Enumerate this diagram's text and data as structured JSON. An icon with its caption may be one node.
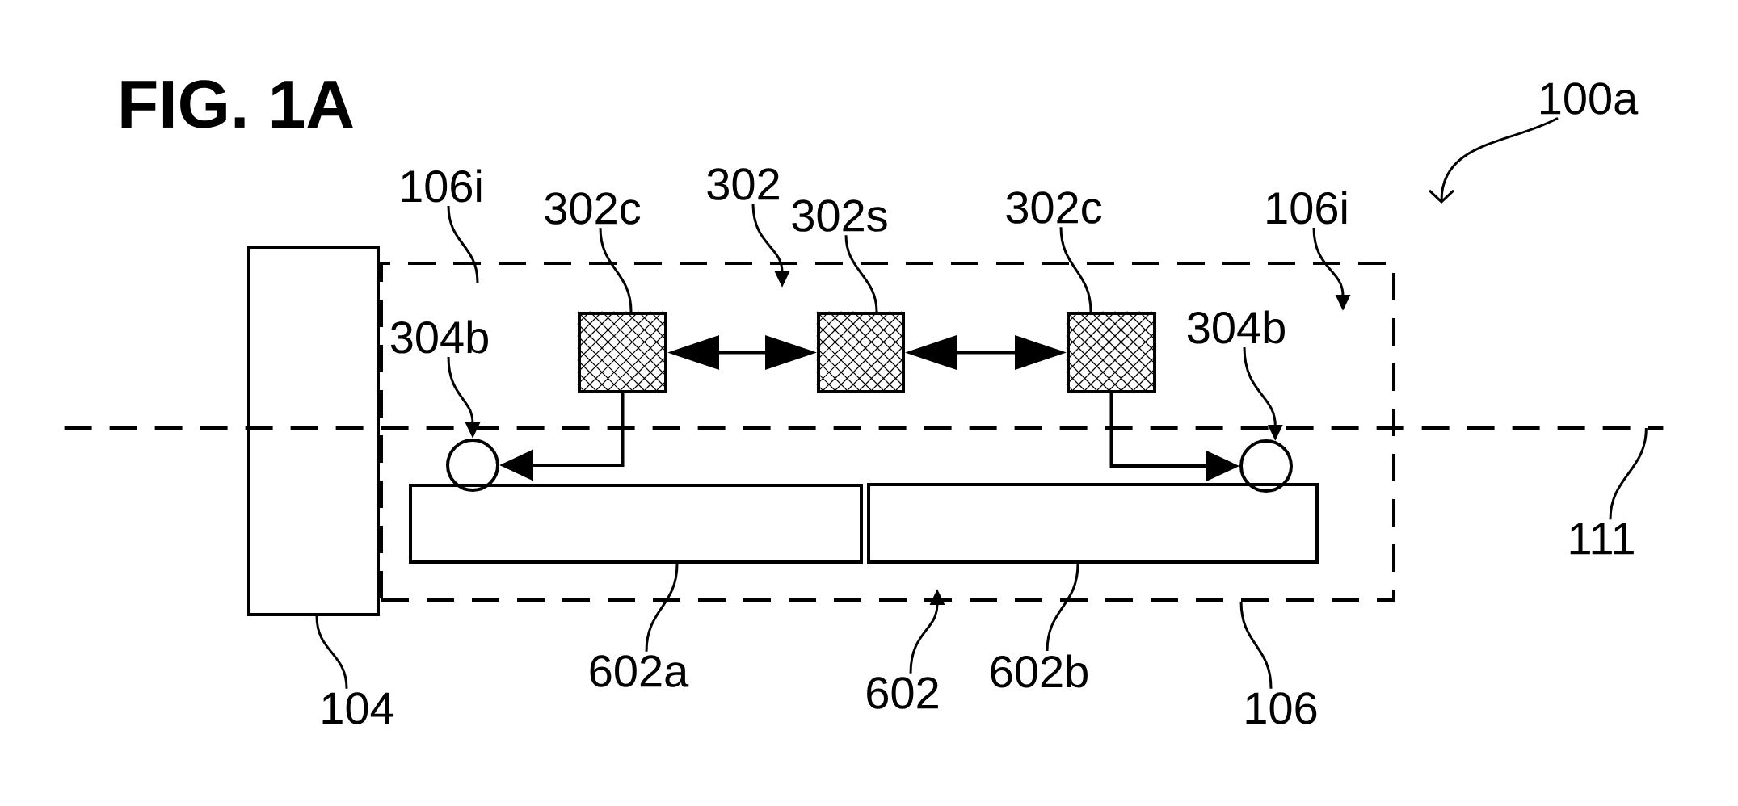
{
  "diagram": {
    "title": "FIG. 1A",
    "nodes": [
      {
        "text": [
          "100a"
        ]
      },
      {
        "text": [
          "106i"
        ]
      },
      {
        "text": [
          "302c"
        ]
      },
      {
        "text": [
          "302"
        ]
      },
      {
        "text": [
          "302s"
        ]
      },
      {
        "text": [
          "302c"
        ]
      },
      {
        "text": [
          "106i"
        ]
      },
      {
        "text": [],
        "shape": "box"
      },
      {
        "text": [],
        "shape": "box"
      },
      {
        "text": [
          "304b"
        ],
        "in": 8
      },
      {
        "text": [],
        "shape": "box",
        "in": 8
      },
      {
        "text": [],
        "shape": "box",
        "in": 8
      },
      {
        "text": [],
        "shape": "box",
        "in": 8
      },
      {
        "text": [
          "304b"
        ],
        "in": 8
      },
      {
        "text": [],
        "shape": "line"
      },
      {
        "text": [],
        "shape": "circle",
        "in": 8
      },
      {
        "text": [],
        "shape": "circle",
        "in": 8
      },
      {
        "text": [],
        "shape": "bar",
        "in": 8
      },
      {
        "text": [],
        "shape": "bar",
        "in": 8
      },
      {
        "text": [
          "111"
        ]
      },
      {
        "text": [
          "104"
        ]
      },
      {
        "text": [
          "602a"
        ]
      },
      {
        "text": [
          "602"
        ]
      },
      {
        "text": [
          "602b"
        ]
      },
      {
        "text": [
          "106"
        ]
      }
    ],
    "edges": [
      {
        "from": 0,
        "to": null,
        "arrow": "to"
      },
      {
        "from": 1,
        "to": 8,
        "arrow": "none"
      },
      {
        "from": 2,
        "to": 10,
        "arrow": "none"
      },
      {
        "from": 3,
        "to": 8,
        "arrow": "to"
      },
      {
        "from": 4,
        "to": 11,
        "arrow": "none"
      },
      {
        "from": 5,
        "to": 12,
        "arrow": "none"
      },
      {
        "from": 6,
        "to": 8,
        "arrow": "to"
      },
      {
        "from": 9,
        "to": 15,
        "arrow": "to"
      },
      {
        "from": 13,
        "to": 16,
        "arrow": "to"
      },
      {
        "from": 10,
        "to": 11,
        "arrow": "both"
      },
      {
        "from": 11,
        "to": 12,
        "arrow": "both"
      },
      {
        "from": 10,
        "to": 15,
        "arrow": "to"
      },
      {
        "from": 12,
        "to": 16,
        "arrow": "to"
      },
      {
        "from": 19,
        "to": 14,
        "arrow": "none"
      },
      {
        "from": 20,
        "to": 7,
        "arrow": "none"
      },
      {
        "from": 21,
        "to": 17,
        "arrow": "none"
      },
      {
        "from": 22,
        "to": 8,
        "arrow": "to"
      },
      {
        "from": 23,
        "to": 18,
        "arrow": "none"
      },
      {
        "from": 24,
        "to": 8,
        "arrow": "none"
      }
    ]
  }
}
